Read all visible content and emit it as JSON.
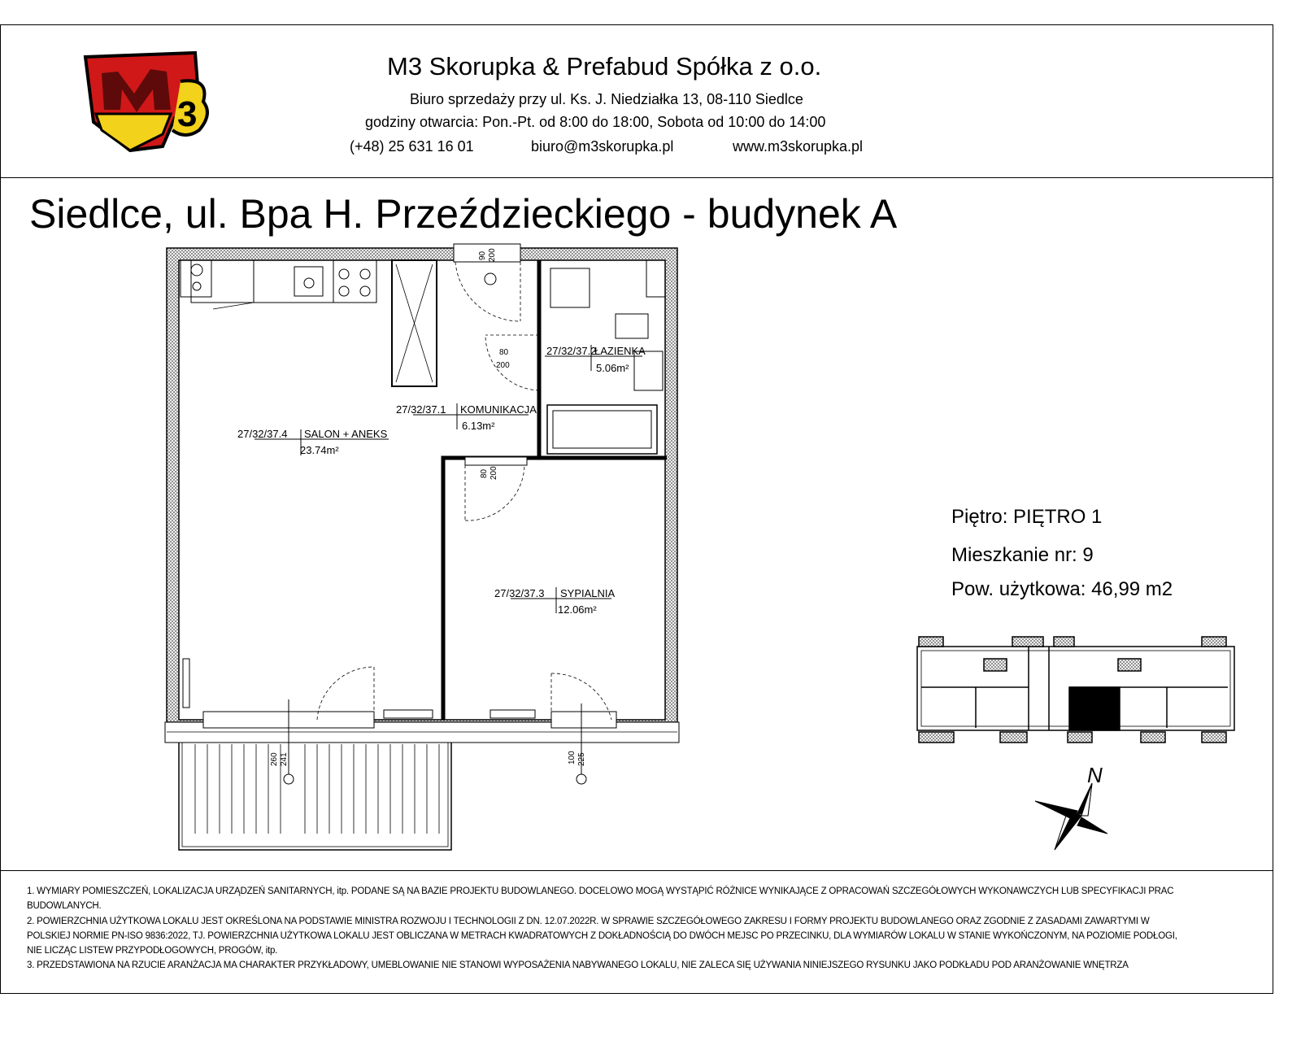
{
  "header": {
    "logo_text": "M3",
    "company": "M3 Skorupka & Prefabud Spółka z o.o.",
    "address": "Biuro sprzedaży przy ul. Ks. J. Niedziałka 13, 08-110 Siedlce",
    "hours": "godziny otwarcia: Pon.-Pt. od 8:00 do 18:00, Sobota od 10:00 do 14:00",
    "phone": "(+48) 25 631 16 01",
    "email": "biuro@m3skorupka.pl",
    "website": "www.m3skorupka.pl"
  },
  "title": "Siedlce, ul. Bpa H. Przeździeckiego - budynek A",
  "info": {
    "floor": "Piętro: PIĘTRO 1",
    "apartment": "Mieszkanie nr: 9",
    "area": "Pow. użytkowa: 46,99 m2"
  },
  "rooms": [
    {
      "code": "27/32/37.4",
      "name": "SALON + ANEKS",
      "area": "23.74m²"
    },
    {
      "code": "27/32/37.1",
      "name": "KOMUNIKACJA",
      "area": "6.13m²"
    },
    {
      "code": "27/32/37.2",
      "name": "ŁAZIENKA",
      "area": "5.06m²"
    },
    {
      "code": "27/32/37.3",
      "name": "SYPIALNIA",
      "area": "12.06m²"
    }
  ],
  "dimensions": {
    "entry_door": [
      "90",
      "200"
    ],
    "bath_door": [
      "80",
      "200"
    ],
    "bedroom_door": [
      "80",
      "200"
    ],
    "balcony_door": [
      "260",
      "241"
    ],
    "window": [
      "100",
      "225"
    ]
  },
  "compass_label": "N",
  "notes": [
    "1. WYMIARY POMIESZCZEŃ, LOKALIZACJA URZĄDZEŃ SANITARNYCH, itp. PODANE SĄ NA BAZIE PROJEKTU BUDOWLANEGO. DOCELOWO MOGĄ WYSTĄPIĆ RÓŻNICE WYNIKAJĄCE Z OPRACOWAŃ SZCZEGÓŁOWYCH WYKONAWCZYCH LUB SPECYFIKACJI PRAC BUDOWLANYCH.",
    "2. POWIERZCHNIA UŻYTKOWA LOKALU JEST OKREŚLONA NA PODSTAWIE MINISTRA ROZWOJU I TECHNOLOGII Z DN. 12.07.2022R. W SPRAWIE SZCZEGÓŁOWEGO ZAKRESU I FORMY PROJEKTU BUDOWLANEGO ORAZ ZGODNIE Z ZASADAMI ZAWARTYMI W POLSKIEJ NORMIE PN-ISO 9836:2022, TJ. POWIERZCHNIA UŻYTKOWA LOKALU JEST OBLICZANA W METRACH KWADRATOWYCH Z DOKŁADNOŚCIĄ DO DWÓCH MEJSC PO PRZECINKU, DLA WYMIARÓW LOKALU W STANIE WYKOŃCZONYM, NA POZIOMIE PODŁOGI, NIE LICZĄC LISTEW PRZYPODŁOGOWYCH, PROGÓW, itp.",
    "3. PRZEDSTAWIONA NA RZUCIE ARANŻACJA MA CHARAKTER PRZYKŁADOWY, UMEBLOWANIE NIE STANOWI WYPOSAŻENIA NABYWANEGO LOKALU, NIE ZALECA SIĘ UŻYWANIA NINIEJSZEGO RYSUNKU JAKO PODKŁADU POD ARANŻOWANIE WNĘTRZA"
  ]
}
